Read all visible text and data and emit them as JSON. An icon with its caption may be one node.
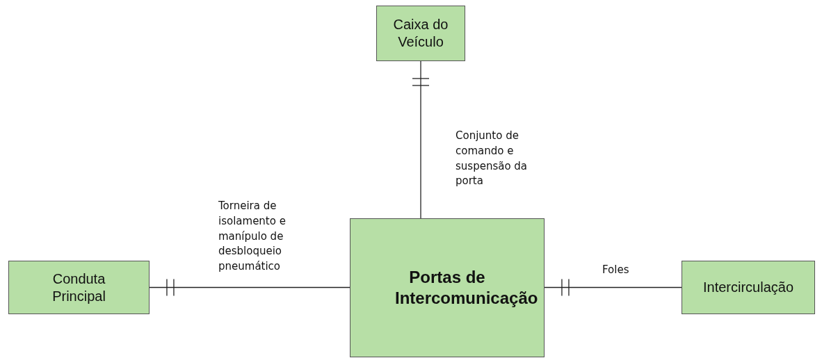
{
  "diagram": {
    "nodes": [
      {
        "text": [
          "Caixa do Veículo"
        ]
      },
      {
        "text": [
          "Conduta Principal"
        ]
      },
      {
        "text": [
          "Portas de Intercomunicação"
        ]
      },
      {
        "text": [
          "Intercirculação"
        ]
      }
    ],
    "edges": [
      {
        "from": 2,
        "to": 0,
        "arrow": "other",
        "label": "Conjunto de comando e suspensão da porta"
      },
      {
        "from": 2,
        "to": 1,
        "arrow": "other",
        "label": "Torneira de isolamento e manípulo de desbloqueio pneumático"
      },
      {
        "from": 3,
        "to": 2,
        "arrow": "other",
        "label": "Foles"
      }
    ]
  }
}
